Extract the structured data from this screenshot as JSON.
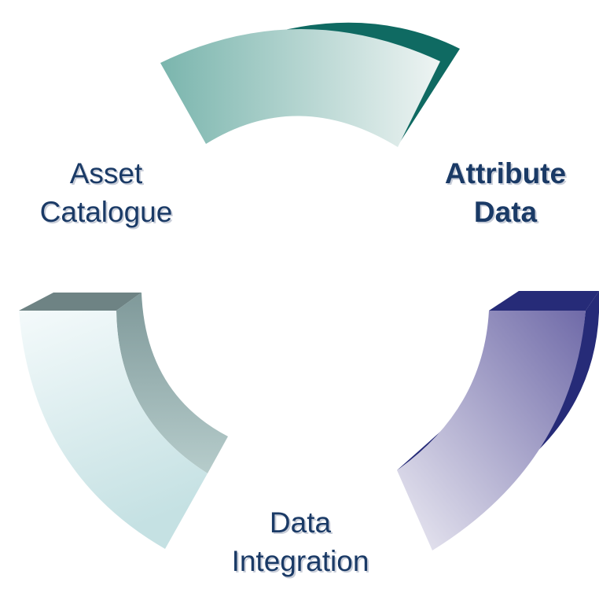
{
  "labels": {
    "asset_catalogue": {
      "line1": "Asset",
      "line2": "Catalogue"
    },
    "attribute_data": {
      "line1": "Attribute",
      "line2": "Data"
    },
    "data_integration": {
      "line1": "Data",
      "line2": "Integration"
    }
  },
  "colors": {
    "label_text": "#1a3a66",
    "label_shadow": "#c8cdd8",
    "top_arc_dark": "#0f6a62",
    "top_arc_mid": "#7ab5ad",
    "top_arc_light": "#eef4f3",
    "left_arc_dark": "#5f7778",
    "left_arc_mid": "#a8c6c4",
    "left_arc_light": "#f4fafb",
    "right_arc_dark": "#262b78",
    "right_arc_mid": "#8582b6",
    "right_arc_light": "#e6e4f0"
  }
}
